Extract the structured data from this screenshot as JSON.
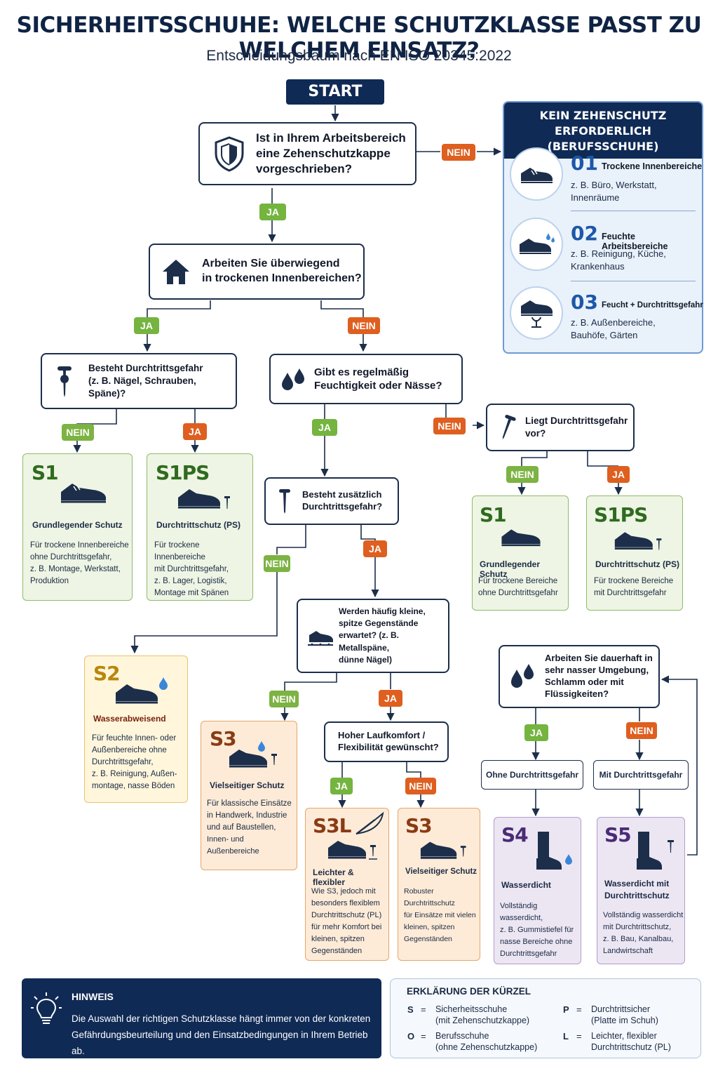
{
  "header": {
    "title": "SICHERHEITSSCHUHE: WELCHE SCHUTZKLASSE PASST ZU WELCHEM EINSATZ?",
    "subtitle": "Entscheidungsbaum nach EN ISO 20345:2022"
  },
  "start_label": "START",
  "labels": {
    "ja": "JA",
    "nein": "NEIN"
  },
  "questions": {
    "q1": [
      "Ist in Ihrem Arbeitsbereich",
      "eine Zehenschutzkappe",
      "vorgeschrieben?"
    ],
    "q2": [
      "Arbeiten Sie überwiegend",
      "in trockenen Innenbereichen?"
    ],
    "q3": [
      "Besteht Durchtrittsgefahr",
      "(z. B. Nägel, Schrauben,",
      "Späne)?"
    ],
    "q4": [
      "Gibt es regelmäßig",
      "Feuchtigkeit oder Nässe?"
    ],
    "q5": [
      "Liegt Durchtrittsgefahr",
      "vor?"
    ],
    "q6": [
      "Besteht zusätzlich",
      "Durchtrittsgefahr?"
    ],
    "q7": [
      "Werden häufig kleine,",
      "spitze Gegenstände",
      "erwartet? (z. B. Metallspäne,",
      "dünne Nägel)"
    ],
    "q8": [
      "Arbeiten Sie dauerhaft in",
      "sehr nasser Umgebung,",
      "Schlamm oder mit",
      "Flüssigkeiten?"
    ],
    "q9": [
      "Hoher Laufkomfort /",
      "Flexibilität gewünscht?"
    ]
  },
  "sub_boxes": {
    "ohne": "Ohne Durchtrittsgefahr",
    "mit": "Mit Durchtrittsgefahr"
  },
  "no_toe_panel": {
    "title": [
      "KEIN ZEHENSCHUTZ ERFORDERLICH",
      "(BERUFSSCHUHE)"
    ],
    "items": [
      {
        "num": "01",
        "title": "Trockene Innenbereiche",
        "desc": [
          "z. B. Büro, Werkstatt,",
          "Innenräume"
        ]
      },
      {
        "num": "02",
        "title": "Feuchte Arbeitsbereiche",
        "desc": [
          "z. B. Reinigung, Küche,",
          "Krankenhaus"
        ]
      },
      {
        "num": "03",
        "title": "Feucht + Durchtrittsgefahr",
        "desc": [
          "z. B. Außenbereiche,",
          "Bauhöfe, Gärten"
        ]
      }
    ]
  },
  "results": {
    "s1a": {
      "code": "S1",
      "title": "Grundlegender Schutz",
      "desc": [
        "Für trockene Innenbereiche",
        "ohne Durchtrittsgefahr,",
        "z. B. Montage, Werkstatt,",
        "Produktion"
      ]
    },
    "s1psa": {
      "code": "S1PS",
      "title": "Durchtrittschutz (PS)",
      "desc": [
        "Für trockene Innenbereiche",
        "mit Durchtrittsgefahr,",
        "z. B. Lager, Logistik,",
        "Montage mit Spänen"
      ]
    },
    "s1b": {
      "code": "S1",
      "title": "Grundlegender Schutz",
      "desc": [
        "Für trockene Bereiche",
        "ohne Durchtrittsgefahr"
      ]
    },
    "s1psb": {
      "code": "S1PS",
      "title": "Durchtrittschutz (PS)",
      "desc": [
        "Für trockene Bereiche",
        "mit Durchtrittsgefahr"
      ]
    },
    "s2": {
      "code": "S2",
      "title": "Wasserabweisend",
      "desc": [
        "Für feuchte Innen- oder",
        "Außenbereiche ohne",
        "Durchtrittsgefahr,",
        "z. B. Reinigung, Außen-",
        "montage, nasse Böden"
      ]
    },
    "s3a": {
      "code": "S3",
      "title": "Vielseitiger Schutz",
      "desc": [
        "Für klassische Einsätze",
        "in Handwerk, Industrie",
        "und auf Baustellen,",
        "Innen- und Außenbereiche"
      ]
    },
    "s3l": {
      "code": "S3L",
      "title": "Leichter & flexibler",
      "desc": [
        "Wie S3, jedoch mit",
        "besonders flexiblem",
        "Durchtrittschutz (PL)",
        "für mehr Komfort bei",
        "kleinen, spitzen",
        "Gegenständen"
      ]
    },
    "s3b": {
      "code": "S3",
      "title": "Vielseitiger Schutz",
      "desc": [
        "Robuster Durchtrittschutz",
        "für Einsätze mit vielen",
        "kleinen, spitzen",
        "Gegenständen"
      ]
    },
    "s4": {
      "code": "S4",
      "title": "Wasserdicht",
      "desc": [
        "Vollständig wasserdicht,",
        "z. B. Gummistiefel für",
        "nasse Bereiche ohne",
        "Durchtrittsgefahr"
      ]
    },
    "s5": {
      "code": "S5",
      "title": [
        "Wasserdicht mit",
        "Durchtrittschutz"
      ],
      "desc": [
        "Vollständig wasserdicht",
        "mit Durchtrittschutz,",
        "z. B. Bau, Kanalbau,",
        "Landwirtschaft"
      ]
    }
  },
  "hint": {
    "title": "HINWEIS",
    "text": [
      "Die Auswahl der richtigen Schutzklasse hängt immer von der konkreten",
      "Gefährdungsbeurteilung und den Einsatzbedingungen in Ihrem Betrieb ab."
    ]
  },
  "legend": {
    "title": "ERKLÄRUNG DER KÜRZEL",
    "entries": [
      {
        "key": "S",
        "eq": "=",
        "text": [
          "Sicherheitsschuhe",
          "(mit Zehenschutzkappe)"
        ]
      },
      {
        "key": "P",
        "eq": "=",
        "text": [
          "Durchtrittsicher",
          "(Platte im Schuh)"
        ]
      },
      {
        "key": "O",
        "eq": "=",
        "text": [
          "Berufsschuhe",
          "(ohne Zehenschutzkappe)"
        ]
      },
      {
        "key": "L",
        "eq": "=",
        "text": [
          "Leichter, flexibler",
          "Durchtrittschutz (PL)"
        ]
      }
    ]
  },
  "colors": {
    "navy": "#0f2a55",
    "ja": "#74b43f",
    "nein": "#de5f1f",
    "panel": "#e9f1fb"
  }
}
